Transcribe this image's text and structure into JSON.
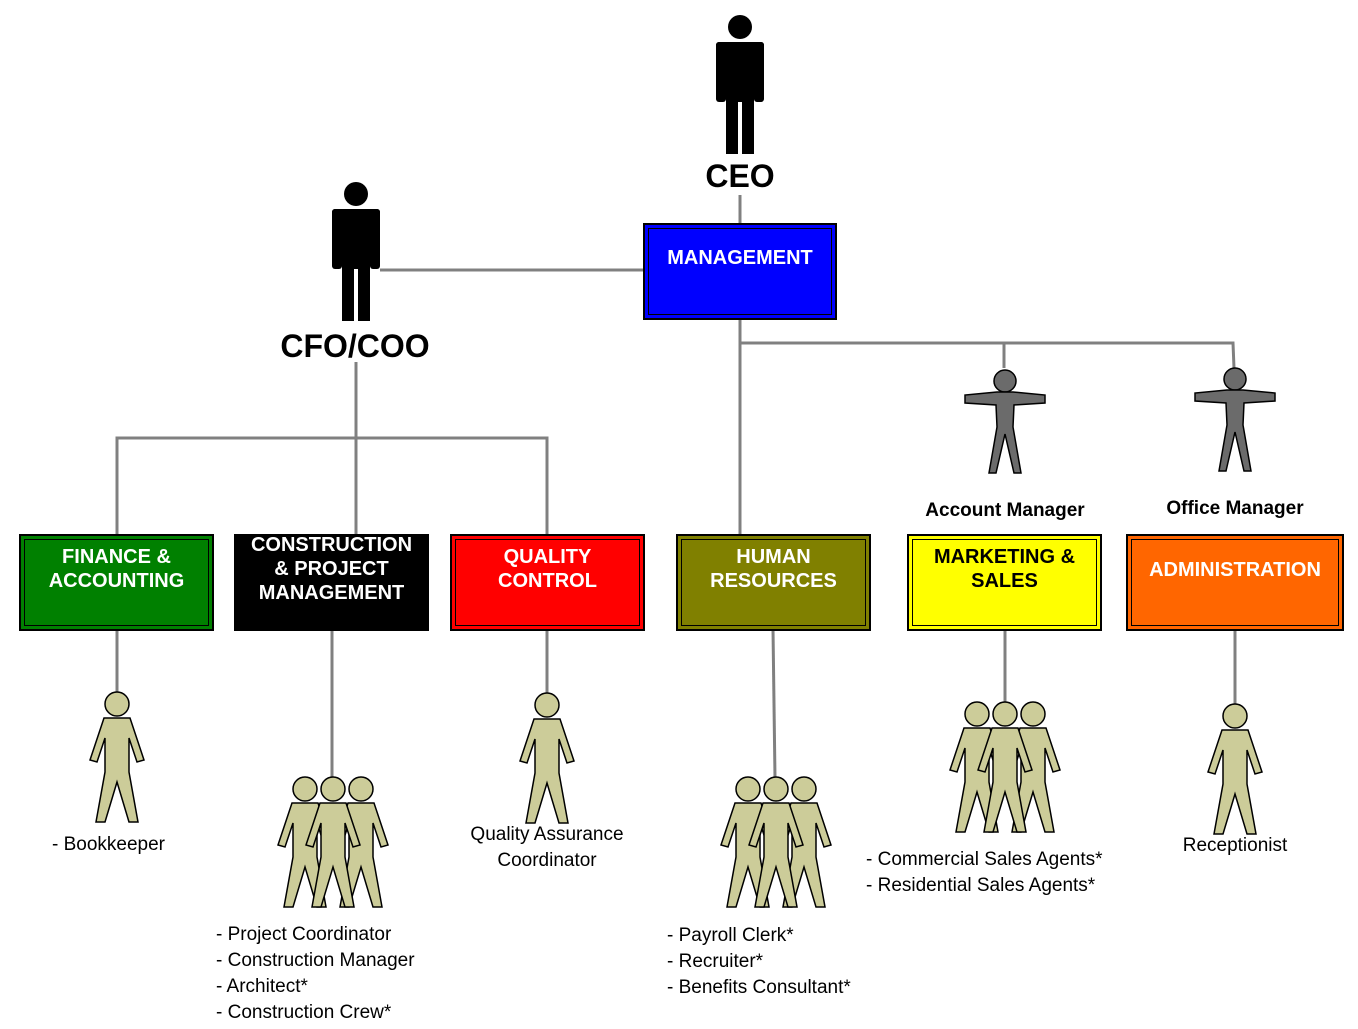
{
  "colors": {
    "line": "#808080",
    "executive_icon": "#000000",
    "manager_icon": "#6b6b6b",
    "staff_icon": "#cccc99"
  },
  "executives": {
    "ceo_label": "CEO",
    "cfo_label": "CFO/COO"
  },
  "managers": {
    "account_manager_label": "Account Manager",
    "office_manager_label": "Office Manager"
  },
  "management": {
    "label": "MANAGEMENT",
    "color": "#0000ff"
  },
  "departments": [
    {
      "id": "finance",
      "label": "FINANCE &\nACCOUNTING",
      "color": "#008000",
      "text_color": "#ffffff",
      "staff": [
        "- Bookkeeper"
      ]
    },
    {
      "id": "construction",
      "label": "CONSTRUCTION\n& PROJECT\nMANAGEMENT",
      "color": "#000000",
      "text_color": "#ffffff",
      "staff": [
        "- Project Coordinator",
        "- Construction Manager",
        "- Architect*",
        "- Construction Crew*"
      ]
    },
    {
      "id": "quality",
      "label": "QUALITY\nCONTROL",
      "color": "#ff0000",
      "text_color": "#ffffff",
      "staff": [
        "Quality Assurance",
        "Coordinator"
      ]
    },
    {
      "id": "hr",
      "label": "HUMAN\nRESOURCES",
      "color": "#808000",
      "text_color": "#ffffff",
      "staff": [
        "- Payroll Clerk*",
        "- Recruiter*",
        "- Benefits Consultant*"
      ]
    },
    {
      "id": "marketing",
      "label": "MARKETING &\nSALES",
      "color": "#ffff00",
      "text_color": "#000000",
      "staff": [
        "- Commercial Sales Agents*",
        "- Residential Sales Agents*"
      ]
    },
    {
      "id": "administration",
      "label": "ADMINISTRATION",
      "color": "#ff6600",
      "text_color": "#ffffff",
      "staff": [
        "Receptionist"
      ]
    }
  ]
}
